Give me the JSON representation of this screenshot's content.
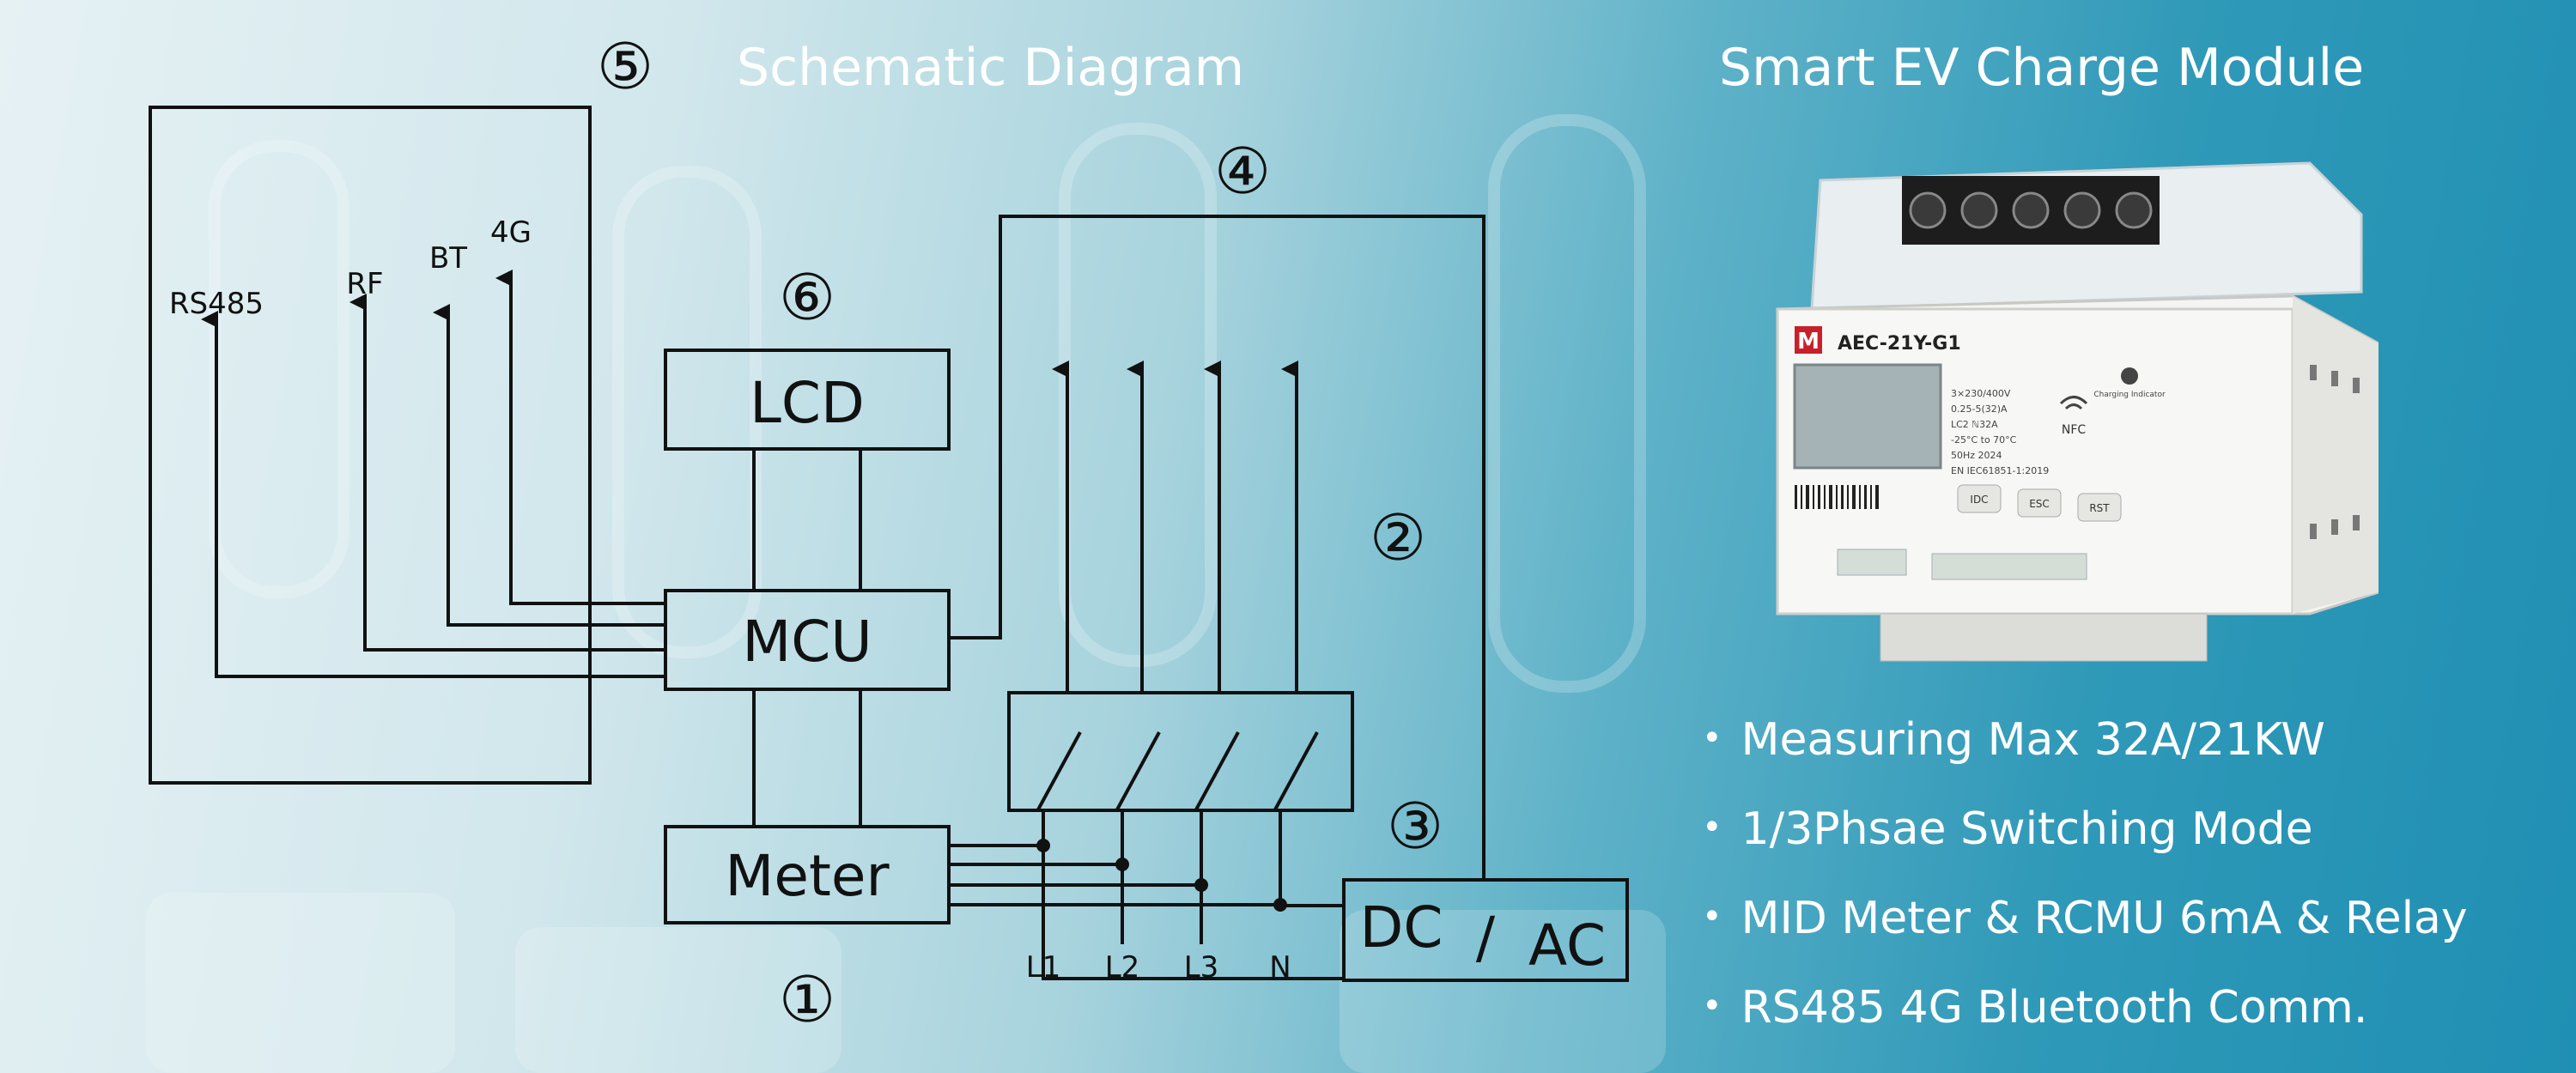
{
  "titles": {
    "schematic": "Schematic Diagram",
    "module": "Smart EV Charge Module"
  },
  "diagram": {
    "blocks": {
      "lcd": "LCD",
      "mcu": "MCU",
      "meter": "Meter",
      "dc": "DC",
      "ac": "AC",
      "slash": "/"
    },
    "markers": [
      "①",
      "②",
      "③",
      "④",
      "⑤",
      "⑥"
    ],
    "comm_labels": [
      "RS485",
      "RF",
      "BT",
      "4G"
    ],
    "phase_labels": [
      "L1",
      "L2",
      "L3",
      "N"
    ]
  },
  "features": [
    "Measuring Max 32A/21KW",
    "1/3Phsae  Switching Mode",
    "MID Meter & RCMU 6mA & Relay",
    "RS485 4G Bluetooth Comm."
  ],
  "product": {
    "model": "AEC-21Y-G1",
    "logo": "M",
    "nfc": "NFC",
    "indicator": "Charging Indicator",
    "buttons": [
      "IDC",
      "ESC",
      "RST"
    ],
    "specs": [
      "3×230/400V",
      "0.25-5(32)A",
      "LC2  ℕ32A",
      "-25°C to 70°C",
      "50Hz    2024",
      "EN IEC61851-1:2019"
    ]
  },
  "colors": {
    "line": "#111111",
    "text_light": "#ffffff",
    "bg_left": "#e6f1f4",
    "bg_right": "#1f8fb3"
  }
}
